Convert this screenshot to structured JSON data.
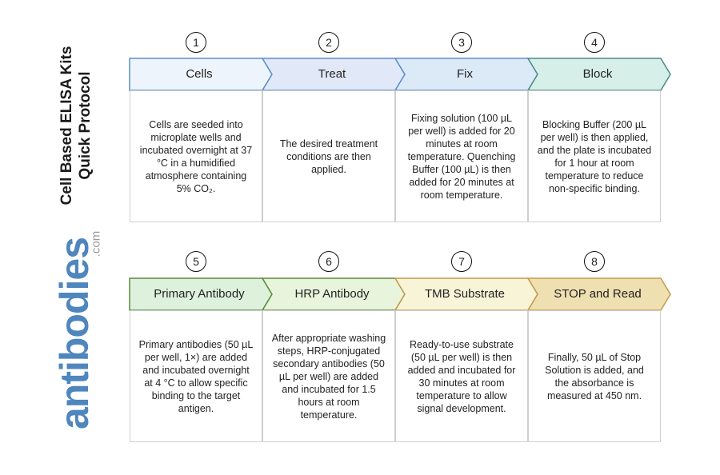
{
  "title": {
    "line1": "Cell Based ELISA Kits",
    "line2": "Quick Protocol"
  },
  "logo": {
    "text": "antibodies",
    "suffix": ".com",
    "color": "#4f86bd"
  },
  "steps": [
    {
      "number": "1",
      "label": "Cells",
      "text": "Cells are seeded into microplate wells and incubated overnight at 37 °C in a humidified atmosphere containing 5% CO₂.",
      "fill": "#eef4fb",
      "stroke": "#5a8fc7"
    },
    {
      "number": "2",
      "label": "Treat",
      "text": "The desired treatment conditions are then applied.",
      "fill": "#e1e9f8",
      "stroke": "#5a8fc7"
    },
    {
      "number": "3",
      "label": "Fix",
      "text": "Fixing solution (100 µL per well) is added for 20 minutes at room temperature. Quenching Buffer (100 µL) is then added for 20 minutes at room temperature.",
      "fill": "#dce9f7",
      "stroke": "#5a8fc7"
    },
    {
      "number": "4",
      "label": "Block",
      "text": "Blocking Buffer (200 µL per well) is then applied, and the plate is incubated for 1 hour at room temperature to reduce non-specific binding.",
      "fill": "#d6efe9",
      "stroke": "#4a8a86"
    },
    {
      "number": "5",
      "label": "Primary Antibody",
      "text": "Primary antibodies (50 µL per well, 1×) are added and incubated overnight at 4 °C to allow specific binding to the target antigen.",
      "fill": "#ddf1dd",
      "stroke": "#5a8a3a"
    },
    {
      "number": "6",
      "label": "HRP Antibody",
      "text": "After appropriate washing steps, HRP-conjugated secondary antibodies (50 µL per well) are added and incubated for 1.5 hours at room temperature.",
      "fill": "#e8f4dc",
      "stroke": "#5a8a3a"
    },
    {
      "number": "7",
      "label": "TMB Substrate",
      "text": "Ready-to-use substrate (50 µL per well) is then added and incubated for 30 minutes at room temperature to allow signal development.",
      "fill": "#f8f4d8",
      "stroke": "#c49a4a"
    },
    {
      "number": "8",
      "label": "STOP and Read",
      "text": "Finally, 50 µL of Stop Solution is added, and the absorbance is measured at 450 nm.",
      "fill": "#efe0b2",
      "stroke": "#c49a4a"
    }
  ]
}
